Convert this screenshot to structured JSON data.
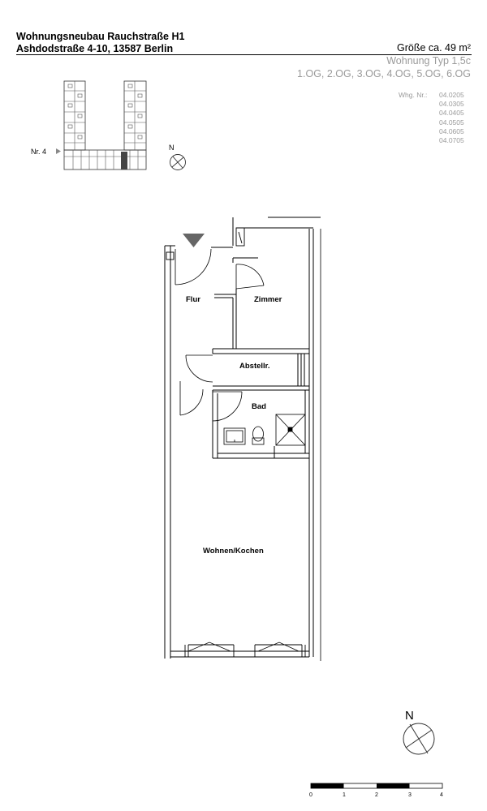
{
  "header": {
    "line1": "Wohnungsneubau Rauchstraße H1",
    "line2": "Ashdodstraße 4-10, 13587 Berlin",
    "size": "Größe ca. 49 m²",
    "type": "Wohnung Typ 1,5c",
    "floors": "1.OG, 2.OG, 3.OG, 4.OG, 5.OG, 6.OG"
  },
  "units": {
    "label": "Whg. Nr.:",
    "numbers": [
      "04.0205",
      "04.0305",
      "04.0405",
      "04.0505",
      "04.0605",
      "04.0705"
    ]
  },
  "keyplan": {
    "marker": "Nr. 4",
    "north": "N"
  },
  "rooms": {
    "flur": "Flur",
    "zimmer": "Zimmer",
    "abstell": "Abstellr.",
    "bad": "Bad",
    "wohnen": "Wohnen/Kochen"
  },
  "compass": {
    "north": "N"
  },
  "scale_bar": {
    "ticks": [
      "0",
      "1",
      "2",
      "3",
      "4"
    ]
  }
}
